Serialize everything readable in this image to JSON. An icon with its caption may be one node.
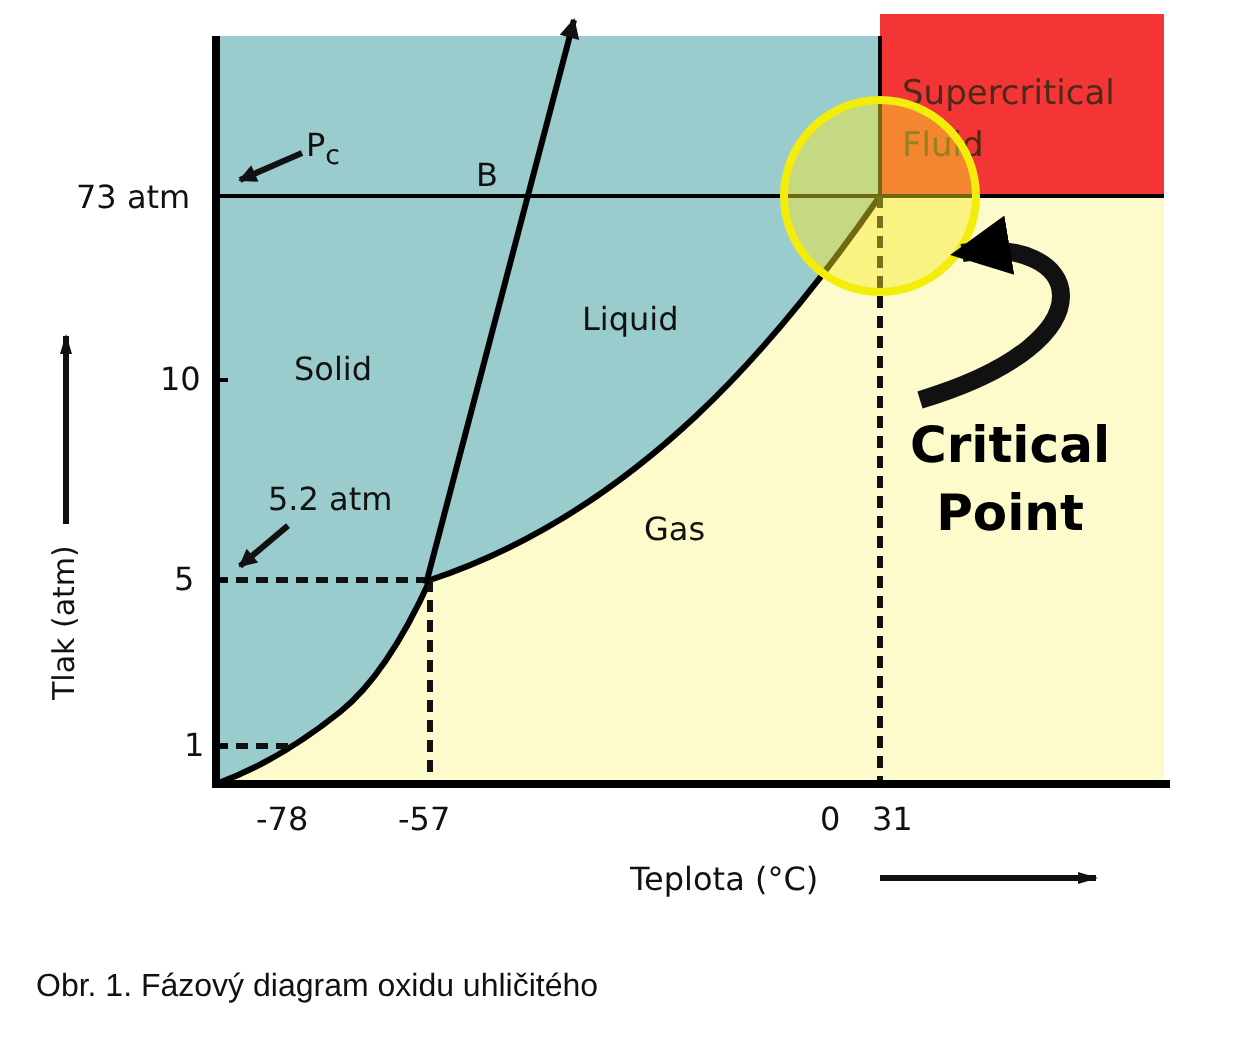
{
  "diagram": {
    "caption": "Obr. 1. Fázový diagram oxidu uhličitého",
    "nodes": [
      {
        "text": [
          "P$_{c}$"
        ]
      },
      {
        "text": [
          "5.2 atm"
        ]
      },
      {
        "text": [
          "Critical Point"
        ]
      },
      {
        "text": [],
        "shape": "circle"
      }
    ],
    "edges": [
      {
        "from": 0,
        "to": null,
        "arrow": "to"
      },
      {
        "from": 1,
        "to": null,
        "arrow": "to"
      },
      {
        "from": 2,
        "to": 3,
        "arrow": "to",
        "style": "thick"
      }
    ],
    "labels": [
      "Supercritical Fluid",
      "73 atm",
      "B",
      "Liquid",
      "Solid",
      "10",
      "Gas",
      "5",
      "1",
      "-78",
      "-57",
      "0",
      "31",
      "Tlak (atm)",
      "Teplota (°C)"
    ]
  }
}
